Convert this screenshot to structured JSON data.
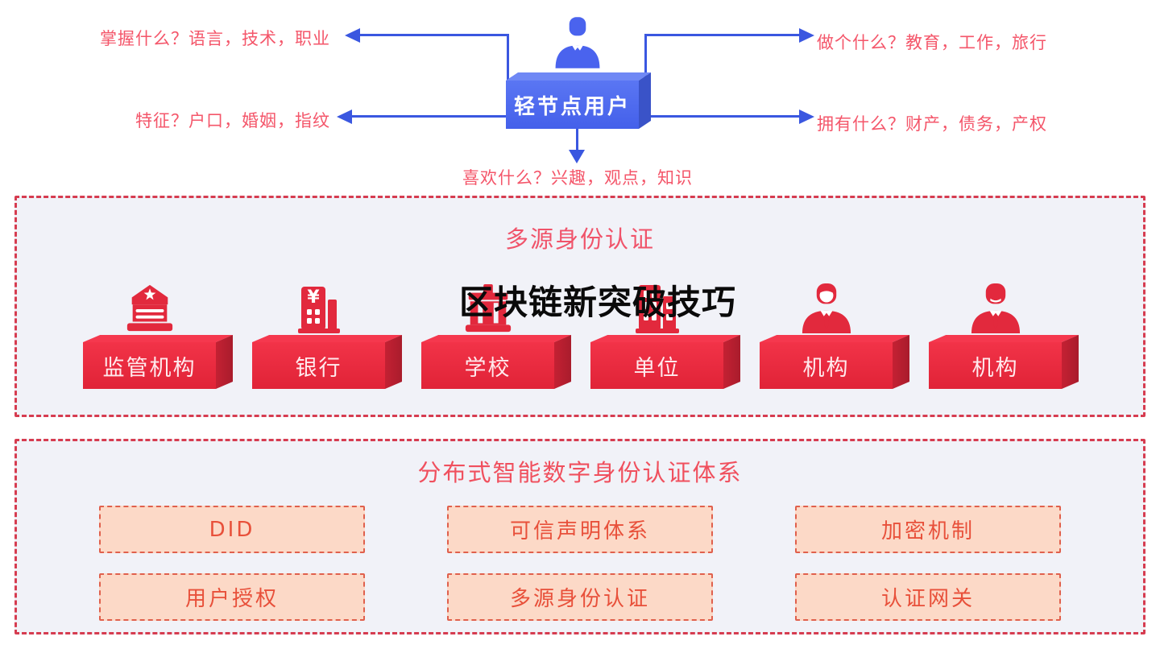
{
  "overlay_title": {
    "text": "区块链新突破技巧"
  },
  "user_node": {
    "box_label": "轻节点用户",
    "callouts": {
      "top_left": "掌握什么？语言，技术，职业",
      "bottom_left": "特征？户口，婚姻，指纹",
      "top_right": "做个什么？教育，工作，旅行",
      "bottom_right": "拥有什么？财产，债务，产权",
      "bottom": "喜欢什么？兴趣，观点，知识"
    }
  },
  "sections": {
    "multi_source": {
      "title": "多源身份认证",
      "entities": [
        {
          "label": "监管机构",
          "icon": "government-building-icon"
        },
        {
          "label": "银行",
          "icon": "bank-building-icon"
        },
        {
          "label": "学校",
          "icon": "school-building-icon"
        },
        {
          "label": "单位",
          "icon": "office-building-icon"
        },
        {
          "label": "机构",
          "icon": "businessman-icon"
        },
        {
          "label": "机构",
          "icon": "businessman-icon"
        }
      ]
    },
    "did_system": {
      "title": "分布式智能数字身份认证体系",
      "modules": [
        {
          "label": "DID"
        },
        {
          "label": "可信声明体系"
        },
        {
          "label": "加密机制"
        },
        {
          "label": "用户授权"
        },
        {
          "label": "多源身份认证"
        },
        {
          "label": "认证网关"
        }
      ]
    }
  },
  "colors": {
    "arrow_blue": "#3a57e0",
    "node_blue": "#4c69f1",
    "callout_red": "#f4566a",
    "entity_red": "#e62839",
    "section_border": "#d63c50",
    "section_bg": "#f1f2f8",
    "module_bg": "#fcd9c7",
    "module_border": "#e0604c",
    "module_text": "#e8503a",
    "overlay_text": "#0a0a0a"
  }
}
